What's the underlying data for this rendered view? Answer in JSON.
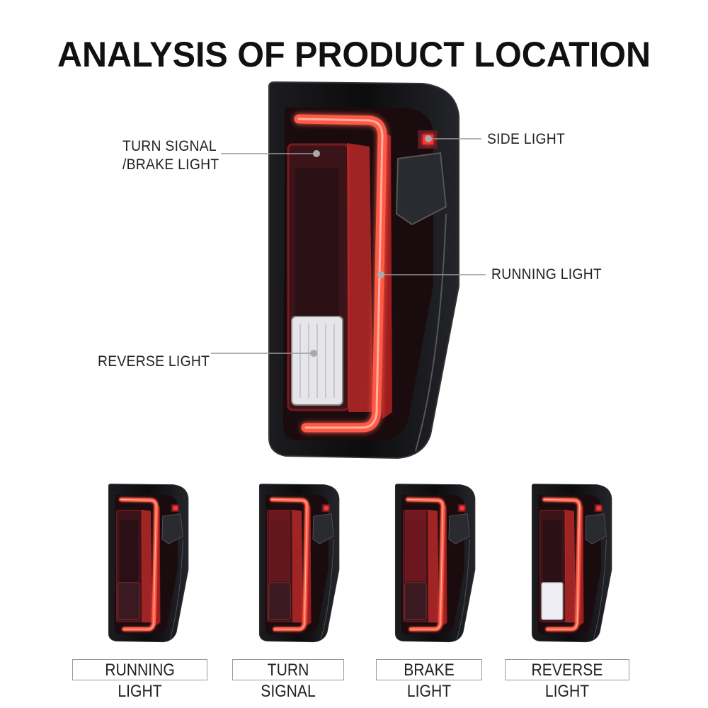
{
  "title": "ANALYSIS OF PRODUCT LOCATION",
  "callouts": {
    "turn_brake_line1": "TURN SIGNAL",
    "turn_brake_line2": "/BRAKE LIGHT",
    "side": "SIDE LIGHT",
    "running": "RUNNING LIGHT",
    "reverse": "REVERSE LIGHT"
  },
  "modes": [
    {
      "label": "RUNNING LIGHT"
    },
    {
      "label": "TURN SIGNAL"
    },
    {
      "label": "BRAKE LIGHT"
    },
    {
      "label": "REVERSE LIGHT"
    }
  ],
  "colors": {
    "led_red": "#ff4a3a",
    "housing": "#141416",
    "lens": "#3a1418",
    "reverse": "#e6e6ea"
  }
}
